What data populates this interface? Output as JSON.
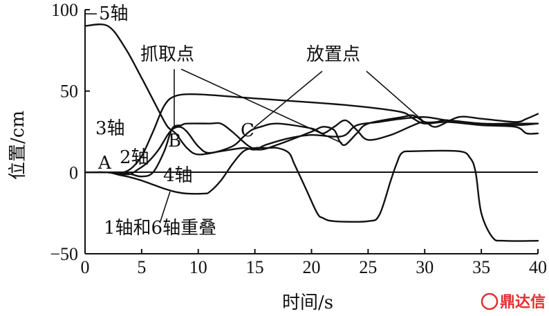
{
  "chart_data": {
    "type": "line",
    "xlabel": "时间/s",
    "ylabel": "位置/cm",
    "xlim": [
      0,
      40
    ],
    "ylim": [
      -50,
      100
    ],
    "xticks": [
      0,
      5,
      10,
      15,
      20,
      25,
      30,
      35,
      40
    ],
    "yticks": [
      -50,
      0,
      50,
      100
    ],
    "zero_line": true,
    "grid": false,
    "series": [
      {
        "name": "5轴",
        "points": [
          [
            0,
            90
          ],
          [
            2,
            90
          ],
          [
            3.5,
            77
          ],
          [
            5,
            58
          ],
          [
            6.5,
            38
          ],
          [
            7.3,
            28
          ],
          [
            8,
            24
          ],
          [
            9,
            15
          ],
          [
            10,
            11
          ],
          [
            12,
            13
          ],
          [
            14,
            15
          ],
          [
            15,
            14
          ],
          [
            16,
            17
          ],
          [
            18,
            21
          ],
          [
            20,
            23
          ],
          [
            22,
            22
          ],
          [
            23,
            23
          ],
          [
            24,
            29
          ],
          [
            26,
            31
          ],
          [
            28,
            33
          ],
          [
            30,
            34
          ],
          [
            32,
            32
          ],
          [
            35,
            30
          ],
          [
            38,
            30
          ],
          [
            40,
            30
          ]
        ]
      },
      {
        "name": "2轴",
        "points": [
          [
            0,
            0
          ],
          [
            2,
            0
          ],
          [
            3,
            -0.5
          ],
          [
            4,
            2
          ],
          [
            5,
            10
          ],
          [
            6,
            25
          ],
          [
            7,
            41
          ],
          [
            8,
            47
          ],
          [
            10,
            48
          ],
          [
            14,
            46
          ],
          [
            16,
            45
          ],
          [
            20,
            43
          ],
          [
            22,
            42
          ],
          [
            25,
            40
          ],
          [
            28,
            37
          ],
          [
            29,
            33
          ],
          [
            30,
            30
          ],
          [
            32,
            31
          ],
          [
            35,
            29
          ],
          [
            38,
            28
          ],
          [
            39,
            24
          ],
          [
            40,
            24
          ]
        ]
      },
      {
        "name": "3轴",
        "points": [
          [
            0,
            0
          ],
          [
            2,
            0
          ],
          [
            3,
            -1
          ],
          [
            4,
            -1
          ],
          [
            4.5,
            1
          ],
          [
            5.5,
            6
          ],
          [
            6.5,
            14
          ],
          [
            7.5,
            25
          ],
          [
            8.3,
            28
          ],
          [
            9,
            25
          ],
          [
            10,
            16
          ],
          [
            11,
            12
          ],
          [
            13,
            16
          ],
          [
            14,
            22
          ],
          [
            14.7,
            26
          ],
          [
            15.5,
            28
          ],
          [
            17,
            30
          ],
          [
            20,
            27
          ],
          [
            21,
            24
          ],
          [
            22,
            28
          ],
          [
            23,
            32
          ],
          [
            24,
            26
          ],
          [
            25,
            20
          ],
          [
            27,
            23
          ],
          [
            29,
            29
          ],
          [
            30,
            31
          ],
          [
            31,
            28
          ],
          [
            33,
            34
          ],
          [
            35,
            33
          ],
          [
            38,
            31
          ],
          [
            39,
            33
          ],
          [
            40,
            36
          ]
        ]
      },
      {
        "name": "4轴",
        "points": [
          [
            0,
            0
          ],
          [
            2,
            0
          ],
          [
            3,
            0
          ],
          [
            4,
            -1
          ],
          [
            5,
            -2.5
          ],
          [
            6,
            0
          ],
          [
            7,
            13
          ],
          [
            7.7,
            27
          ],
          [
            8.5,
            29
          ],
          [
            9,
            30
          ],
          [
            11,
            30
          ],
          [
            12,
            30
          ],
          [
            13,
            25
          ],
          [
            14.5,
            16
          ],
          [
            15.5,
            14
          ],
          [
            17,
            17
          ],
          [
            20,
            25
          ],
          [
            21,
            28
          ],
          [
            22,
            26
          ],
          [
            22.5,
            19
          ],
          [
            23,
            17
          ],
          [
            24,
            24
          ],
          [
            25,
            30
          ],
          [
            28,
            34
          ],
          [
            29,
            35
          ],
          [
            30,
            31
          ],
          [
            31,
            31
          ],
          [
            32,
            32
          ],
          [
            35,
            30
          ],
          [
            38,
            29
          ],
          [
            40,
            30
          ]
        ]
      },
      {
        "name": "1轴和6轴重叠",
        "points": [
          [
            0,
            0
          ],
          [
            2,
            0
          ],
          [
            3,
            -1.5
          ],
          [
            4,
            -3
          ],
          [
            5,
            -5
          ],
          [
            6,
            -7.5
          ],
          [
            7,
            -10
          ],
          [
            8,
            -12
          ],
          [
            9,
            -13
          ],
          [
            10.5,
            -13
          ],
          [
            11,
            -12
          ],
          [
            12,
            -5
          ],
          [
            13,
            5
          ],
          [
            14,
            13
          ],
          [
            15,
            15
          ],
          [
            16,
            15
          ],
          [
            17,
            15
          ],
          [
            18,
            12
          ],
          [
            18.5,
            5
          ],
          [
            19.5,
            -10
          ],
          [
            20.5,
            -25
          ],
          [
            21,
            -28
          ],
          [
            22,
            -30
          ],
          [
            25,
            -30
          ],
          [
            26,
            -26
          ],
          [
            27,
            -5
          ],
          [
            27.5,
            5
          ],
          [
            28,
            12
          ],
          [
            29,
            13
          ],
          [
            33,
            13
          ],
          [
            34,
            9
          ],
          [
            34.5,
            0
          ],
          [
            35,
            -25
          ],
          [
            36,
            -40
          ],
          [
            37,
            -42
          ],
          [
            40,
            -42
          ]
        ]
      }
    ],
    "annotations": [
      {
        "text": "5轴"
      },
      {
        "text": "3轴"
      },
      {
        "text": "2轴"
      },
      {
        "text": "4轴"
      },
      {
        "text": "1轴和6轴重叠"
      },
      {
        "text": "抓取点"
      },
      {
        "text": "放置点"
      },
      {
        "text": "A"
      },
      {
        "text": "B"
      },
      {
        "text": "C"
      }
    ]
  },
  "watermark": {
    "text": "鼎达信",
    "color": "#e03030"
  }
}
